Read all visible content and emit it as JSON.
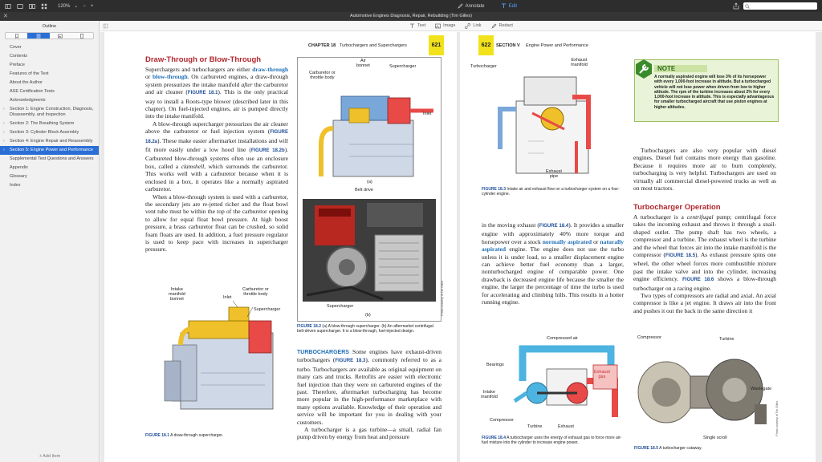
{
  "toolbar": {
    "zoom": "120%",
    "annotate_label": "Annotate",
    "edit_label": "Edit",
    "search_placeholder": ""
  },
  "window": {
    "title": "Automotive Engines Diagnosis, Repair, Rebuilding (Tim Gilles)"
  },
  "sidebar": {
    "title": "Outline",
    "items": [
      {
        "label": "Cover",
        "expandable": false
      },
      {
        "label": "Contents",
        "expandable": false
      },
      {
        "label": "Preface",
        "expandable": false
      },
      {
        "label": "Features of the Text",
        "expandable": false
      },
      {
        "label": "About the Author",
        "expandable": false
      },
      {
        "label": "ASE Certification Tests",
        "expandable": false
      },
      {
        "label": "Acknowledgments",
        "expandable": false
      },
      {
        "label": "Section 1: Engine Construction, Diagnosis, Disassembly, and Inspection",
        "expandable": true
      },
      {
        "label": "Section 2: The Breathing System",
        "expandable": true
      },
      {
        "label": "Section 3: Cylinder Block Assembly",
        "expandable": true
      },
      {
        "label": "Section 4: Engine Repair and Reassembly",
        "expandable": true
      },
      {
        "label": "Section 5: Engine Power and Performance",
        "expandable": true,
        "selected": true
      },
      {
        "label": "Supplemental Test Questions and Answers",
        "expandable": false
      },
      {
        "label": "Appendix",
        "expandable": false
      },
      {
        "label": "Glossary",
        "expandable": false
      },
      {
        "label": "Index",
        "expandable": false
      }
    ],
    "add_item": "Add Item"
  },
  "subtoolbar": {
    "text": "Text",
    "image": "Image",
    "link": "Link",
    "redact": "Redact"
  },
  "page_left": {
    "chapter": "CHAPTER 18",
    "running_title": "Turbochargers and Superchargers",
    "page_number": "621",
    "heading": "Draw-Through or Blow-Through",
    "fig18_1_labels": {
      "intake": "Intake\nmanifold\nbonnet",
      "inlet": "Inlet",
      "carb": "Carburetor or\nthrottle body",
      "super": "Supercharger"
    },
    "fig18_2a_labels": {
      "air": "Air\nbonnet",
      "carb": "Carburetor or\nthrottle body",
      "super": "Supercharger",
      "inlet": "Inlet",
      "a": "(a)"
    },
    "fig18_2b_labels": {
      "belt": "Belt drive",
      "super": "Supercharger",
      "b": "(b)",
      "credit": "Photo courtesy of Tim Gilles"
    },
    "fig18_1_caption_num": "FIGURE 18.1",
    "fig18_1_caption": "A draw-through supercharger.",
    "fig18_2_caption_num": "FIGURE 18.2",
    "fig18_2_caption": "(a) A blow-through supercharger. (b) An aftermarket centrifugal belt-driven supercharger. It is a blow-through, fuel-injected design."
  },
  "page_right": {
    "page_number": "622",
    "section": "SECTION V",
    "running_title": "Engine Power and Performance",
    "fig18_3_labels": {
      "turbo": "Turbocharger",
      "exhaust_manifold": "Exhaust\nmanifold",
      "exhaust_pipe": "Exhaust\npipe"
    },
    "fig18_3_caption_num": "FIGURE 18.3",
    "fig18_3_caption": "Intake air and exhaust flow on a turbocharger system on a four-cylinder engine.",
    "note_title": "NOTE",
    "note_text": "A normally aspirated engine will lose 3% of its horsepower with every 1,000-foot increase in altitude. But a turbocharged vehicle will not lose power when driven from low to higher altitude. The rpm of the turbine increases about 2% for every 1,000-foot increase in altitude. This is especially advantageous for smaller turbocharged aircraft that use piston engines at higher altitudes.",
    "heading": "Turbocharger Operation",
    "fig18_4_labels": {
      "compressed": "Compressed air",
      "bearings": "Bearings",
      "exhaust_gas": "Exhaust\ngas",
      "intake": "Intake\nmanifold",
      "compressor": "Compressor",
      "turbine": "Turbine",
      "exhaust": "Exhaust"
    },
    "fig18_4_caption_num": "FIGURE 18.4",
    "fig18_4_caption": "A turbocharger uses the energy of exhaust gas to force more air-fuel mixture into the cylinder to increase engine power.",
    "fig18_5_labels": {
      "compressor": "Compressor",
      "turbine": "Turbine",
      "wastegate": "Wastegate",
      "scroll": "Single scroll",
      "credit": "Photo courtesy of Tim Gilles"
    },
    "fig18_5_caption_num": "FIGURE 18.5",
    "fig18_5_caption": "A turbocharger cutaway."
  }
}
